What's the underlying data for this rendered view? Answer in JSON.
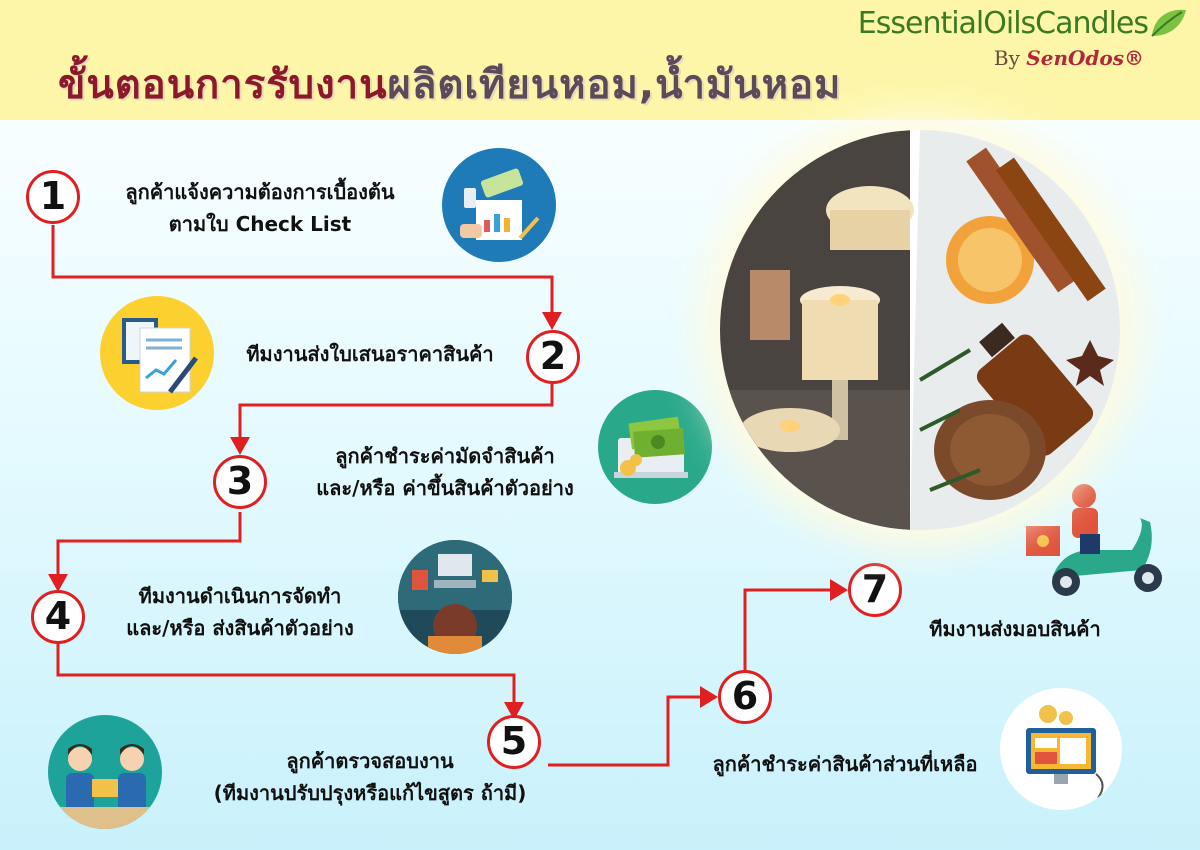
{
  "header": {
    "title_part1": "ขั้นตอนการรับงาน",
    "title_part2": "ผลิตเทียนหอม,น้ำมันหอม",
    "brand": "EssentialOilsCandles",
    "by": "By",
    "by_name": "SenOdos®"
  },
  "steps": [
    {
      "number": "1",
      "line1": "ลูกค้าแจ้งความต้องการเบื้องต้น",
      "line2": "ตามใบ  Check  List",
      "icon": "document-chart-icon"
    },
    {
      "number": "2",
      "line1": "ทีมงานส่งใบเสนอราคาสินค้า",
      "line2": "",
      "icon": "quotation-papers-icon"
    },
    {
      "number": "3",
      "line1": "ลูกค้าชำระค่ามัดจำสินค้า",
      "line2": "และ/หรือ  ค่าขึ้นสินค้าตัวอย่าง",
      "icon": "money-laptop-icon"
    },
    {
      "number": "4",
      "line1": "ทีมงานดำเนินการจัดทำ",
      "line2": "และ/หรือ  ส่งสินค้าตัวอย่าง",
      "icon": "workspace-desk-icon"
    },
    {
      "number": "5",
      "line1": "ลูกค้าตรวจสอบงาน",
      "line2": "(ทีมงานปรับปรุงหรือแก้ไขสูตร  ถ้ามี)",
      "icon": "meeting-people-icon"
    },
    {
      "number": "6",
      "line1": "ลูกค้าชำระค่าสินค้าส่วนที่เหลือ",
      "line2": "",
      "icon": "payment-screen-icon"
    },
    {
      "number": "7",
      "line1": "ทีมงานส่งมอบสินค้า",
      "line2": "",
      "icon": "delivery-scooter-icon"
    }
  ],
  "colors": {
    "arrow": "#e02020",
    "title_red": "#8a1a2a",
    "title_dark": "#5a4a5a",
    "header_bg": "#fdf6a8",
    "brand_green": "#3a7a22"
  }
}
